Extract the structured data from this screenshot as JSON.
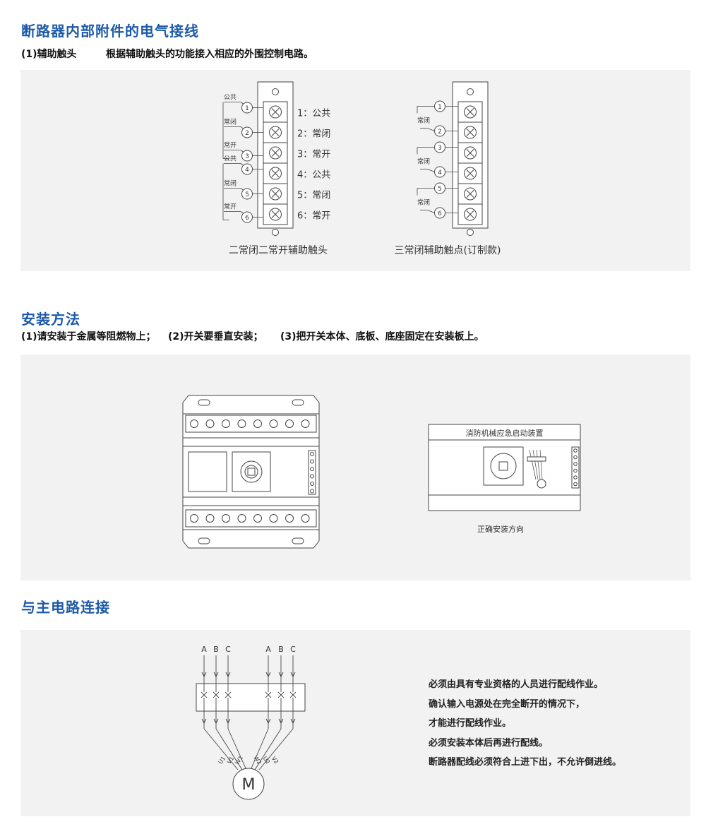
{
  "sections": {
    "accessories": {
      "title": "断路器内部附件的电气接线",
      "label": "(1)辅助触头",
      "desc": "根据辅助触头的功能接入相应的外围控制电路。",
      "left_diagram": {
        "caption": "二常闭二常开辅助触头",
        "side_labels": [
          "公共",
          "常闭",
          "常开",
          "公共",
          "常闭",
          "常开"
        ],
        "numbers": [
          "1",
          "2",
          "3",
          "4",
          "5",
          "6"
        ],
        "legend": [
          "1：公共",
          "2：常闭",
          "3：常开",
          "4：公共",
          "5：常闭",
          "6：常开"
        ]
      },
      "right_diagram": {
        "caption": "三常闭辅助触点(订制款)",
        "pair_label": "常闭",
        "numbers": [
          "1",
          "2",
          "3",
          "4",
          "5",
          "6"
        ]
      }
    },
    "install": {
      "title": "安装方法",
      "steps": [
        "(1)请安装于金属等阻燃物上；",
        "(2)开关要垂直安装；",
        "(3)把开关本体、底板、底座固定在安装板上。"
      ],
      "device_label": "消防机械应急启动装置",
      "caption": "正确安装方向"
    },
    "main_circuit": {
      "title": "与主电路连接",
      "phases": [
        "A",
        "B",
        "C",
        "A",
        "B",
        "C"
      ],
      "outputs": [
        "U1",
        "V1",
        "W1",
        "W2",
        "U2",
        "V2"
      ],
      "motor": "M",
      "notes": [
        "必须由具有专业资格的人员进行配线作业。",
        "确认输入电源处在完全断开的情况下，",
        "才能进行配线作业。",
        "必须安装本体后再进行配线。",
        "断路器配线必须符合上进下出，不允许倒进线。"
      ]
    }
  },
  "colors": {
    "heading": "#1d5aa8",
    "panel": "#f2f2f2",
    "line": "#444444"
  }
}
